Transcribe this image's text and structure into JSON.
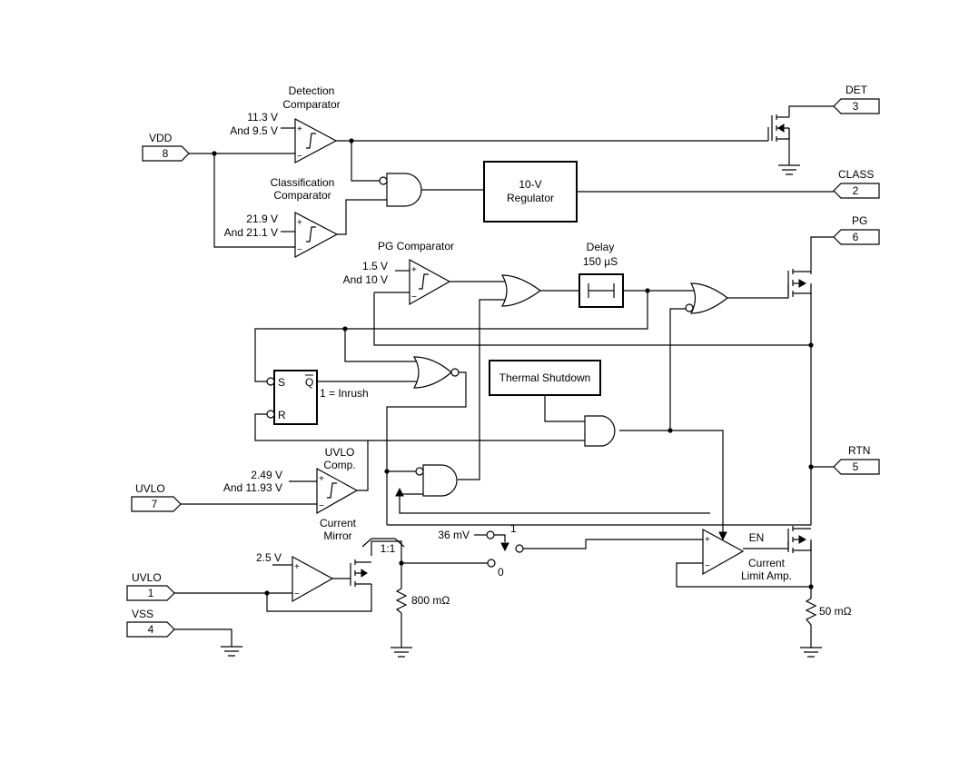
{
  "pins": {
    "vdd": {
      "name": "VDD",
      "number": "8"
    },
    "det": {
      "name": "DET",
      "number": "3"
    },
    "class": {
      "name": "CLASS",
      "number": "2"
    },
    "pg": {
      "name": "PG",
      "number": "6"
    },
    "rtn": {
      "name": "RTN",
      "number": "5"
    },
    "uvlo7": {
      "name": "UVLO",
      "number": "7"
    },
    "uvlo1": {
      "name": "UVLO",
      "number": "1"
    },
    "vss": {
      "name": "VSS",
      "number": "4"
    }
  },
  "labels": {
    "det_comp_line1": "Detection",
    "det_comp_line2": "Comparator",
    "det_v1": "11.3 V",
    "det_v2": "And 9.5 V",
    "class_comp_line1": "Classification",
    "class_comp_line2": "Comparator",
    "class_v1": "21.9 V",
    "class_v2": "And 21.1 V",
    "regulator_line1": "10-V",
    "regulator_line2": "Regulator",
    "pg_comp": "PG Comparator",
    "pg_v1": "1.5 V",
    "pg_v2": "And 10 V",
    "delay_line1": "Delay",
    "delay_line2": "150 µS",
    "thermal": "Thermal Shutdown",
    "latch_s": "S",
    "latch_q": "Q",
    "latch_r": "R",
    "inrush": "1 = Inrush",
    "uvlo_comp_line1": "UVLO",
    "uvlo_comp_line2": "Comp.",
    "uvlo_v1": "2.49 V",
    "uvlo_v2": "And 11.93 V",
    "mirror_line1": "Current",
    "mirror_line2": "Mirror",
    "mirror_ratio": "1:1",
    "ref_2v5": "2.5 V",
    "ref_36mv": "36 mV",
    "switch_1": "1",
    "switch_0": "0",
    "r_800": "800 mΩ",
    "r_50": "50 mΩ",
    "en": "EN",
    "cl_amp_line1": "Current",
    "cl_amp_line2": "Limit Amp.",
    "plus": "+",
    "minus": "−"
  }
}
